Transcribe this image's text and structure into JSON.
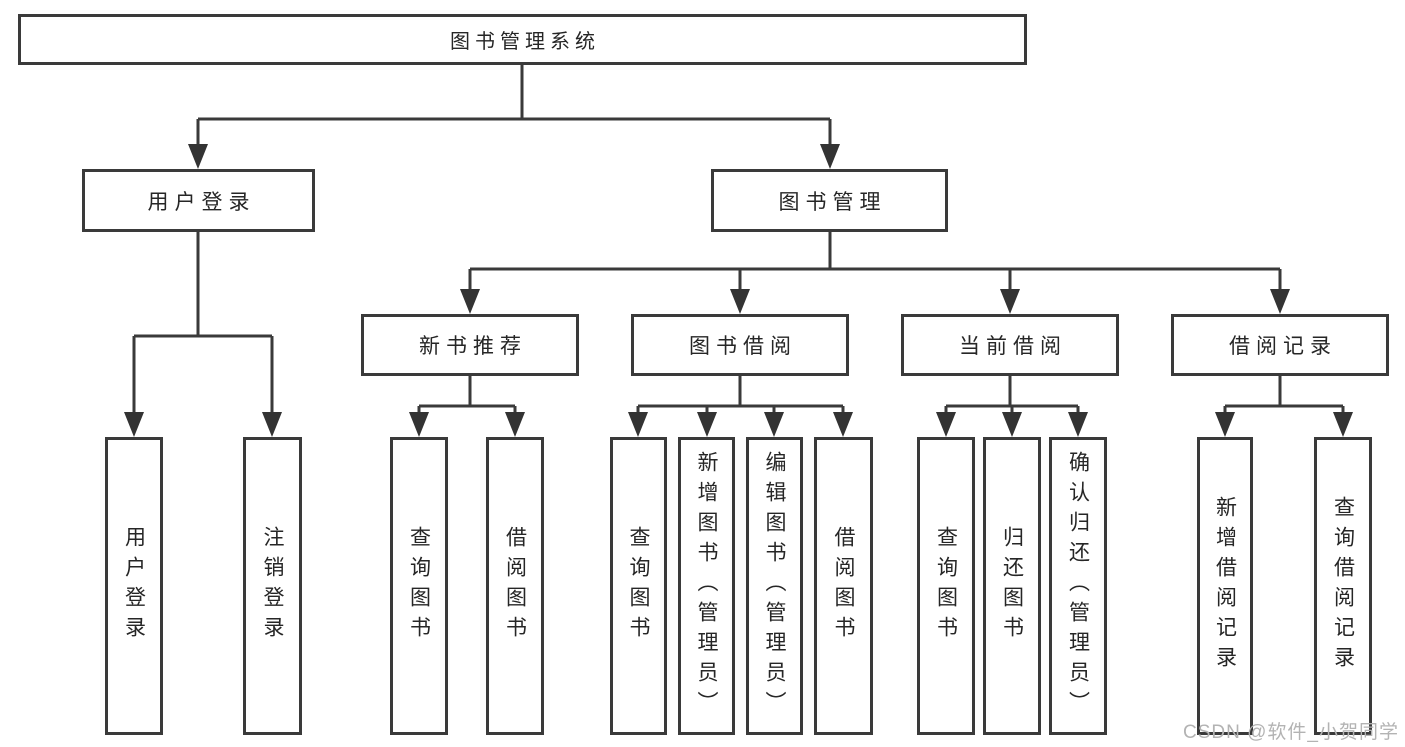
{
  "colors": {
    "line": "#3a3a3a",
    "arrow": "#333333",
    "text": "#262626",
    "box_background": "#ffffff",
    "watermark": "#b3b3b3",
    "background": "#ffffff"
  },
  "tree": {
    "root": "图书管理系统",
    "branches": [
      {
        "label": "用户登录",
        "children": [
          "用户登录",
          "注销登录"
        ]
      },
      {
        "label": "图书管理",
        "sections": [
          {
            "label": "新书推荐",
            "children": [
              "查询图书",
              "借阅图书"
            ]
          },
          {
            "label": "图书借阅",
            "children": [
              "查询图书",
              "新增图书（管理员）",
              "编辑图书（管理员）",
              "借阅图书"
            ]
          },
          {
            "label": "当前借阅",
            "children": [
              "查询图书",
              "归还图书",
              "确认归还（管理员）"
            ]
          },
          {
            "label": "借阅记录",
            "children": [
              "新增借阅记录",
              "查询借阅记录"
            ]
          }
        ]
      }
    ]
  },
  "watermark": "CSDN @软件_小贺同学"
}
